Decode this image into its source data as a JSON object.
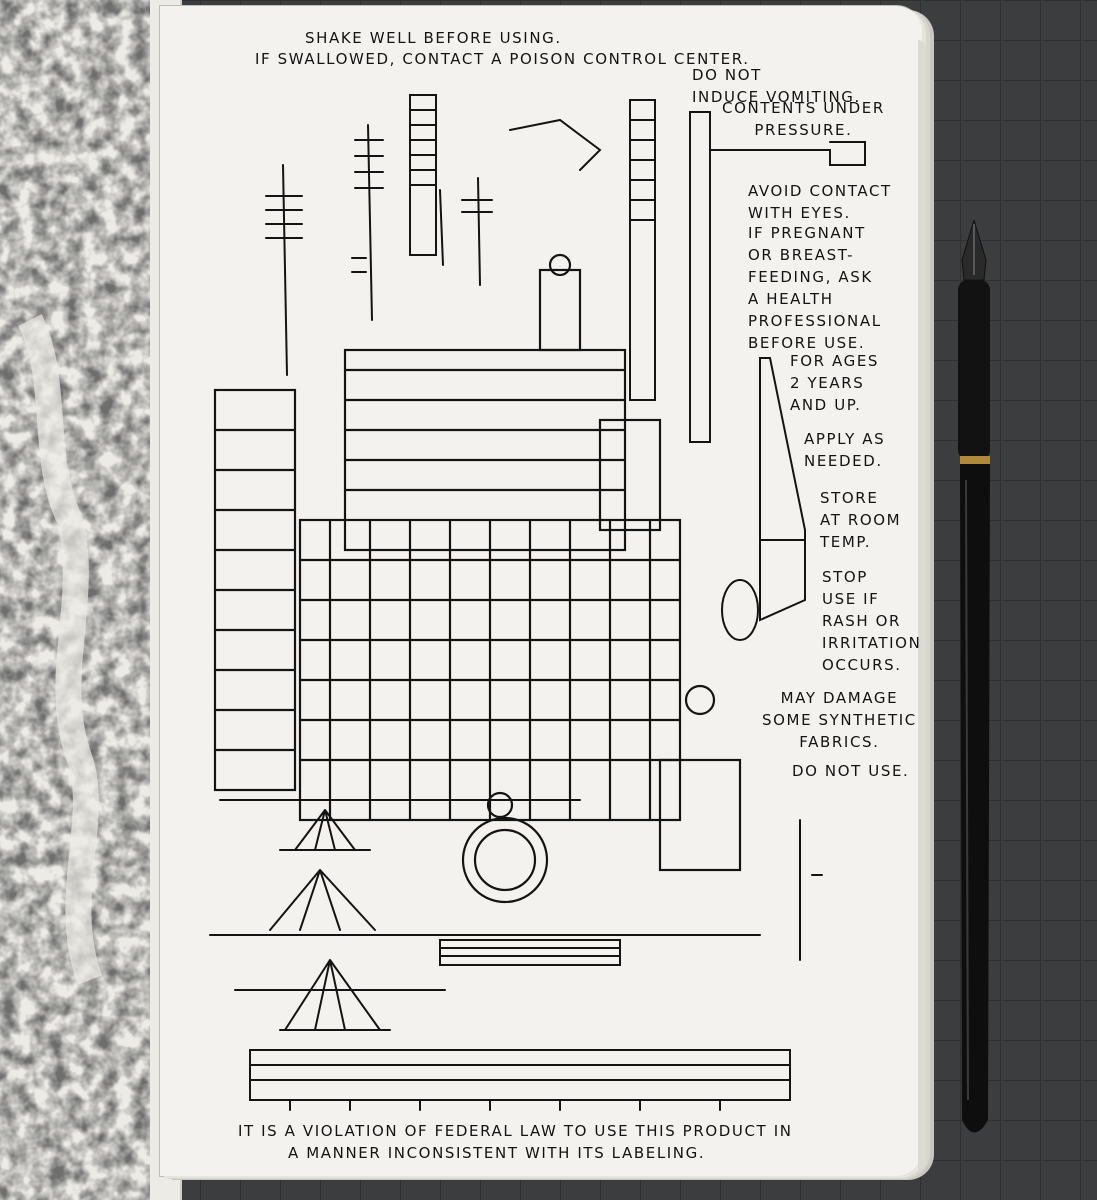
{
  "warnings": {
    "header_line1": "Shake well before using.",
    "header_line2": "If swallowed, contact a poison control center.",
    "vomit": "Do not\ninduce vomiting.",
    "pressure": "Contents under\npressure.",
    "eyes": "Avoid contact\nwith eyes.",
    "pregnant": "If pregnant\nor breast-\nfeeding, ask\na health\nprofessional\nbefore use.",
    "ages": "For Ages\n2 years\nand up.",
    "apply": "Apply as\nneeded.",
    "store": "Store\nat room\ntemp.",
    "stop": "Stop\nuse if\nrash or\nirritation\noccurs.",
    "fabrics": "May damage\nsome synthetic\nfabrics.",
    "donotuse": "Do not use.",
    "footer_line1": "It is a violation of federal law to use this product in",
    "footer_line2": "a manner inconsistent with its labeling."
  },
  "colors": {
    "ink": "#141414",
    "paper": "#f3f2ee",
    "mat": "#3c3d3e",
    "pen_body": "#111111",
    "pen_ring": "#b08a3a"
  },
  "objects": {
    "drawing": "ink-drawing-machine-tower",
    "pen": "fountain-pen",
    "notebook": "sketchbook"
  }
}
